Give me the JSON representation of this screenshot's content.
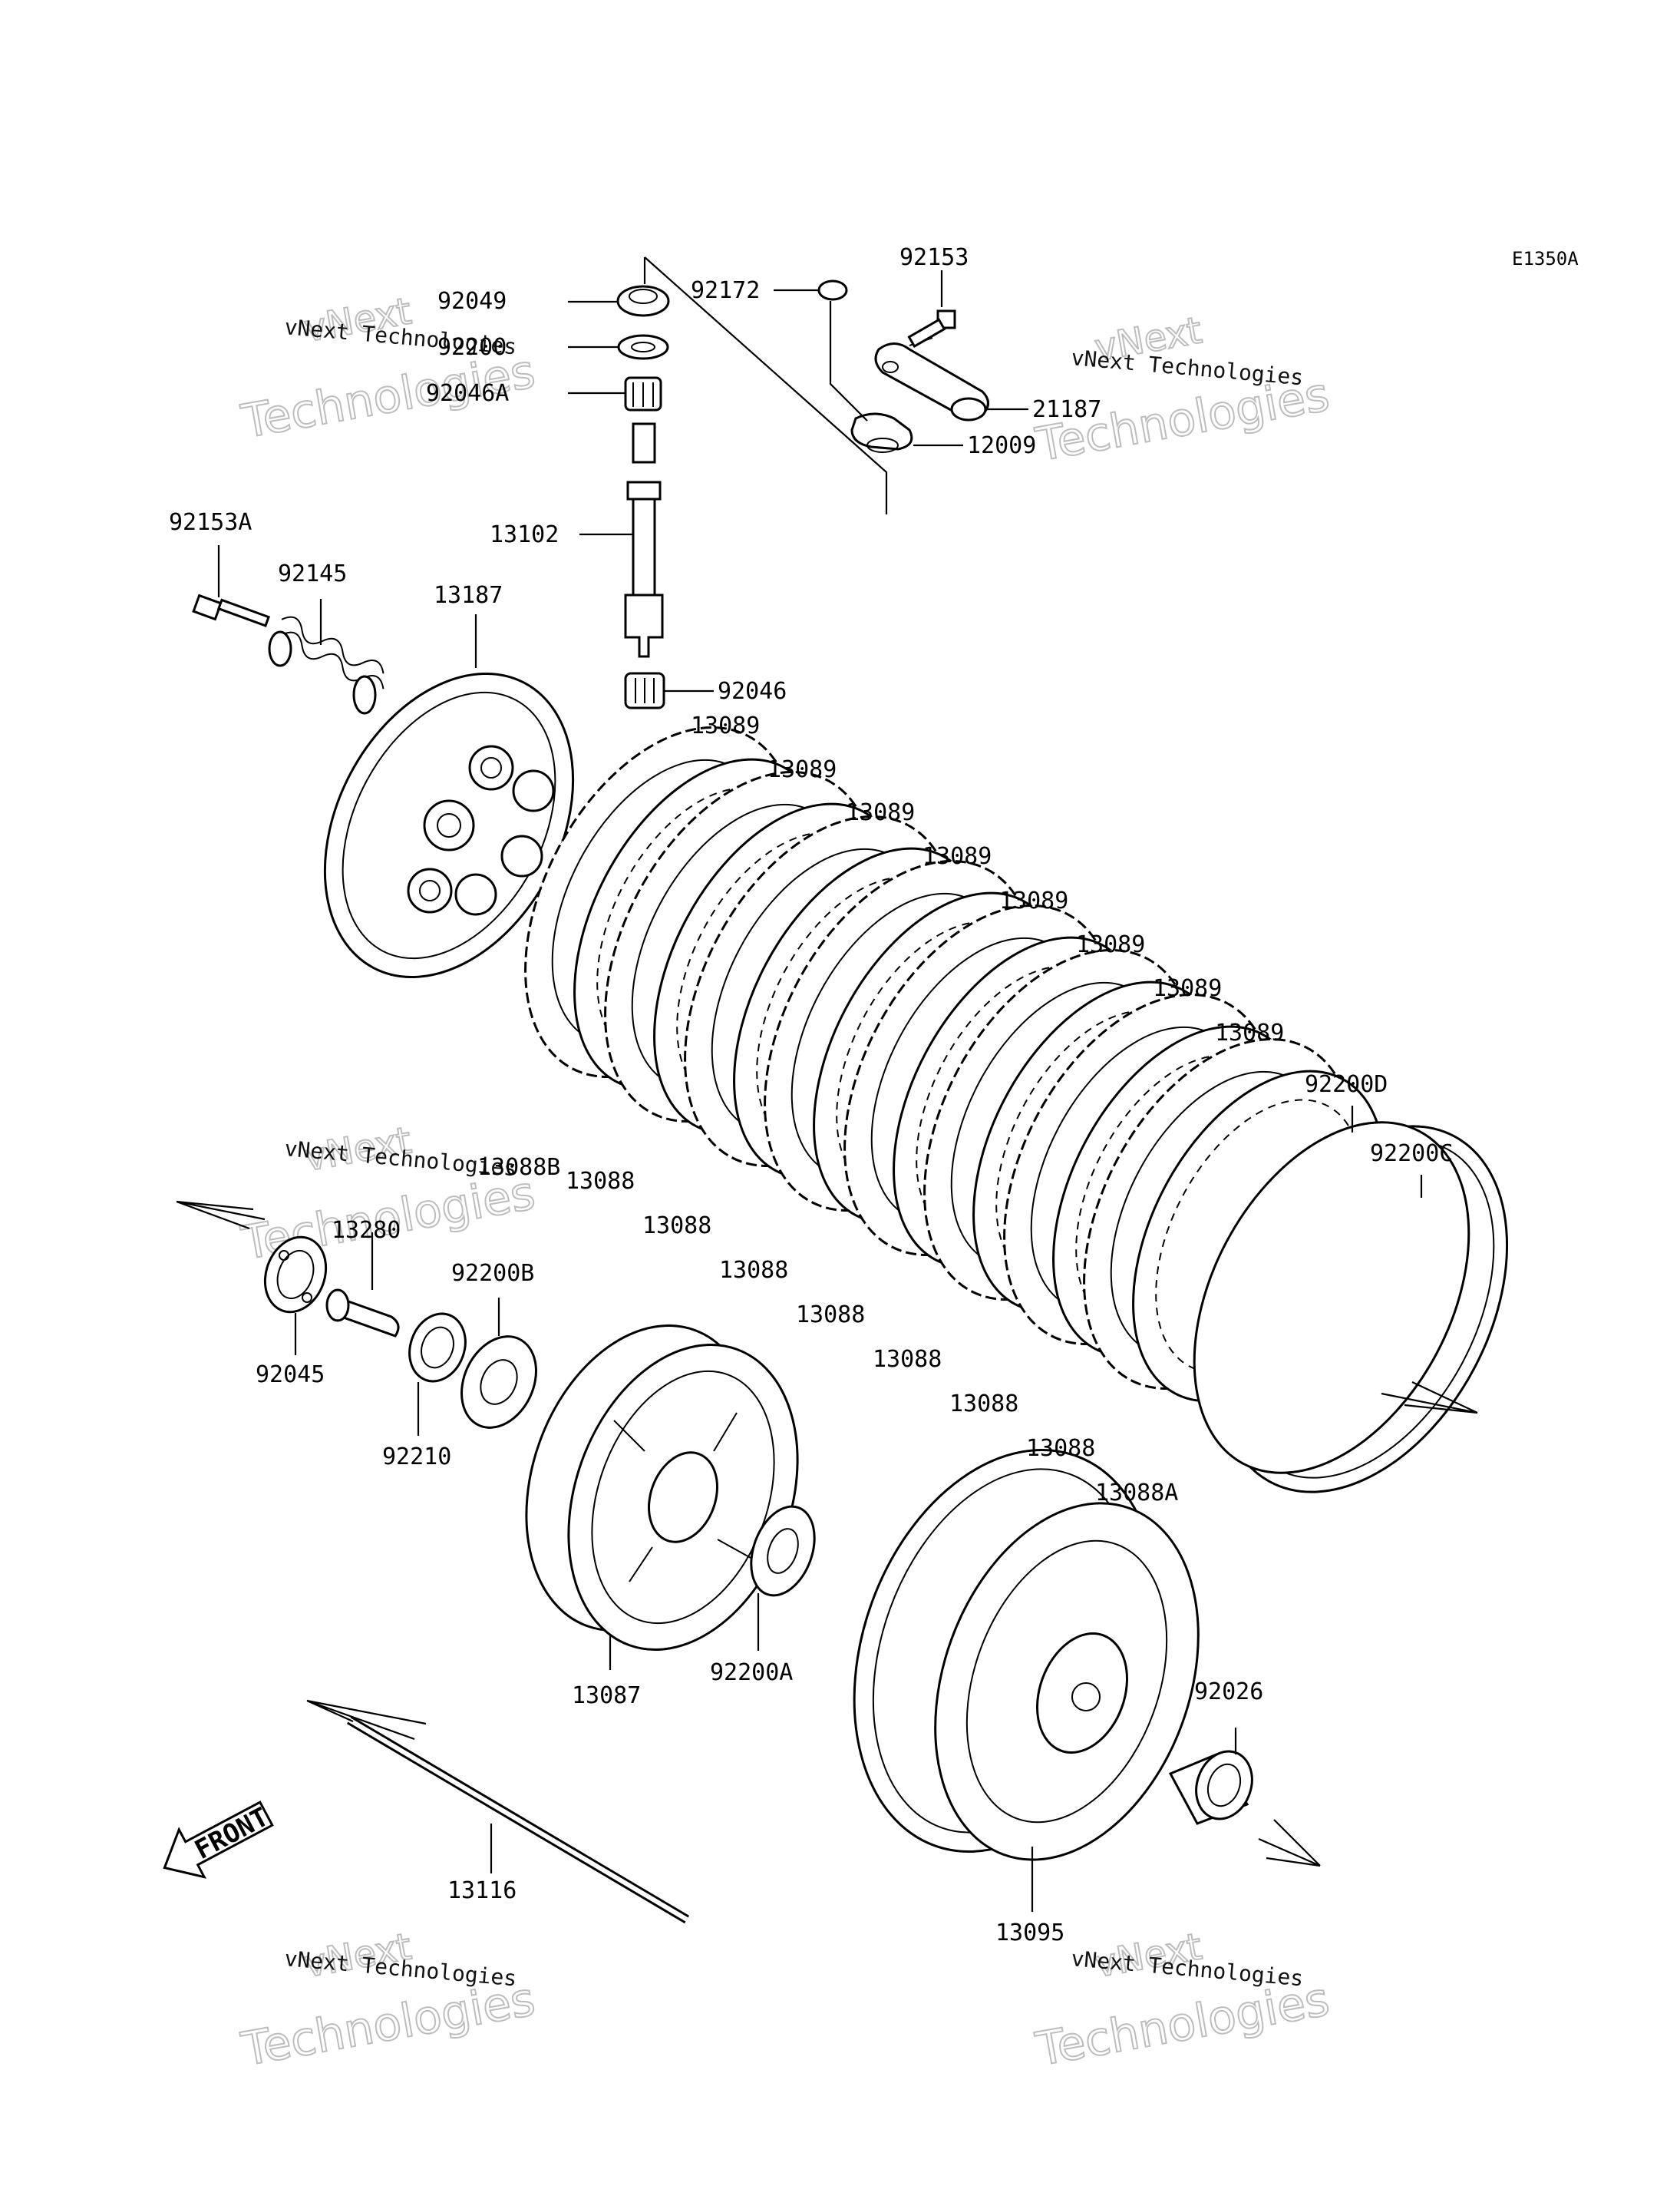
{
  "diagram_code": "E1350A",
  "front_label": "FRONT",
  "watermark": {
    "line1": "vNext",
    "line2": "vNext Technologies",
    "line3": "Technologies"
  },
  "parts": [
    {
      "id": "p-92049",
      "label": "92049"
    },
    {
      "id": "p-92200",
      "label": "92200"
    },
    {
      "id": "p-92046A",
      "label": "92046A"
    },
    {
      "id": "p-13102",
      "label": "13102"
    },
    {
      "id": "p-92046",
      "label": "92046"
    },
    {
      "id": "p-92172",
      "label": "92172"
    },
    {
      "id": "p-92153",
      "label": "92153"
    },
    {
      "id": "p-21187",
      "label": "21187"
    },
    {
      "id": "p-12009",
      "label": "12009"
    },
    {
      "id": "p-92153A",
      "label": "92153A"
    },
    {
      "id": "p-92145",
      "label": "92145"
    },
    {
      "id": "p-13187",
      "label": "13187"
    },
    {
      "id": "p-13089-1",
      "label": "13089"
    },
    {
      "id": "p-13089-2",
      "label": "13089"
    },
    {
      "id": "p-13089-3",
      "label": "13089"
    },
    {
      "id": "p-13089-4",
      "label": "13089"
    },
    {
      "id": "p-13089-5",
      "label": "13089"
    },
    {
      "id": "p-13089-6",
      "label": "13089"
    },
    {
      "id": "p-13089-7",
      "label": "13089"
    },
    {
      "id": "p-13089-8",
      "label": "13089"
    },
    {
      "id": "p-92200D",
      "label": "92200D"
    },
    {
      "id": "p-92200C",
      "label": "92200C"
    },
    {
      "id": "p-13088B",
      "label": "13088B"
    },
    {
      "id": "p-13088-1",
      "label": "13088"
    },
    {
      "id": "p-13088-2",
      "label": "13088"
    },
    {
      "id": "p-13088-3",
      "label": "13088"
    },
    {
      "id": "p-13088-4",
      "label": "13088"
    },
    {
      "id": "p-13088-5",
      "label": "13088"
    },
    {
      "id": "p-13088-6",
      "label": "13088"
    },
    {
      "id": "p-13088-7",
      "label": "13088"
    },
    {
      "id": "p-13088A",
      "label": "13088A"
    },
    {
      "id": "p-13280",
      "label": "13280"
    },
    {
      "id": "p-92200B",
      "label": "92200B"
    },
    {
      "id": "p-92045",
      "label": "92045"
    },
    {
      "id": "p-92210",
      "label": "92210"
    },
    {
      "id": "p-13087",
      "label": "13087"
    },
    {
      "id": "p-92200A",
      "label": "92200A"
    },
    {
      "id": "p-92026",
      "label": "92026"
    },
    {
      "id": "p-13116",
      "label": "13116"
    },
    {
      "id": "p-13095",
      "label": "13095"
    }
  ]
}
